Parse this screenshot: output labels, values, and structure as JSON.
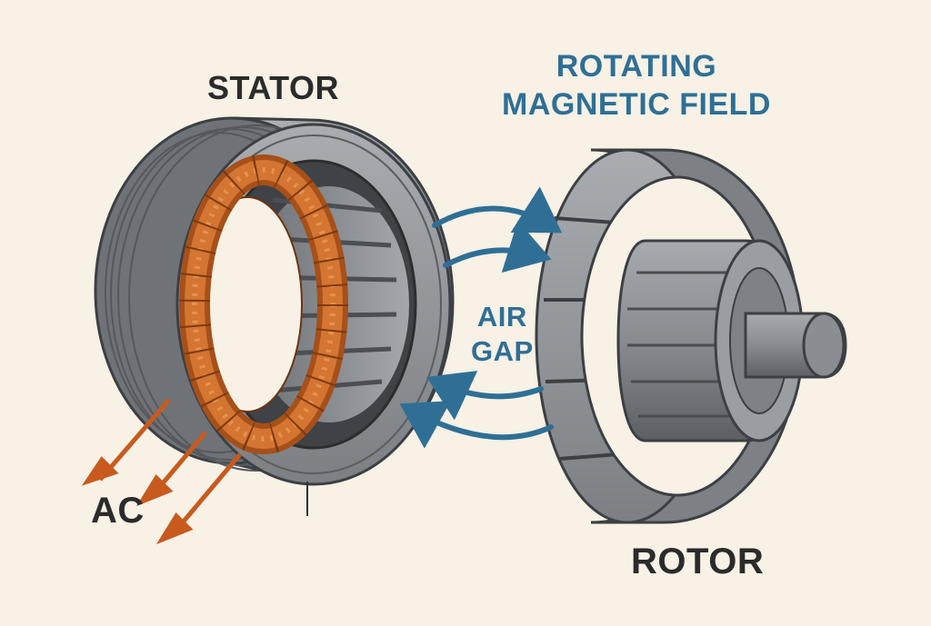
{
  "labels": {
    "stator": "STATOR",
    "rotating_line1": "ROTATING",
    "rotating_line2": "MAGNETIC FIELD",
    "air_line1": "AIR",
    "air_line2": "GAP",
    "ac": "AC",
    "rotor": "ROTOR"
  },
  "colors": {
    "background": "#f7f1e6",
    "steel": "#8c8f93",
    "steel_dark": "#4a4d51",
    "copper": "#c8651f",
    "field_arrow": "#2f6f95",
    "ac_arrow": "#c85a1e"
  },
  "icons": [
    "stator-icon",
    "rotor-icon",
    "field-arrow-icon",
    "ac-arrow-icon"
  ]
}
